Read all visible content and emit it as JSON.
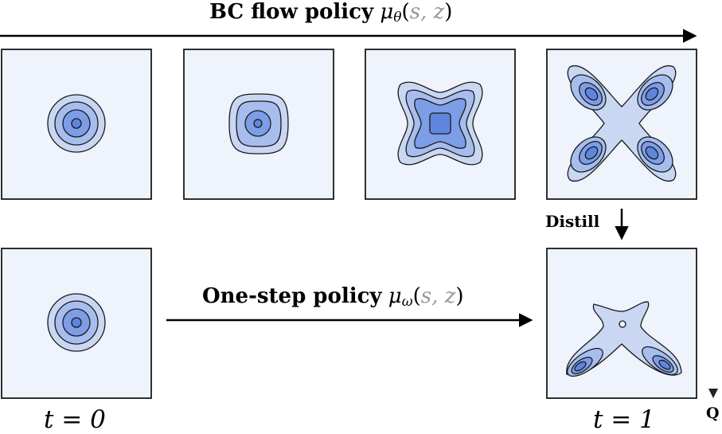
{
  "top_arrow": {
    "label_text": "BC flow policy",
    "symbol": "μ",
    "subscript": "θ",
    "args_open": "(",
    "args": "s, z",
    "args_close": ")"
  },
  "bottom_arrow": {
    "label_text": "One-step policy",
    "symbol": "μ",
    "subscript": "ω",
    "args_open": "(",
    "args": "s, z",
    "args_close": ")"
  },
  "distill_label": "Distill",
  "q_label": "Q",
  "time_labels": {
    "start": "t = 0",
    "end": "t = 1"
  },
  "colors": {
    "panel_bg": "#eef3fc",
    "contour_light": "#c9d7f3",
    "contour_mid": "#a6bdee",
    "contour_dark": "#7d9de6",
    "contour_darkest": "#5f86de",
    "line": "#1a1a1a"
  }
}
